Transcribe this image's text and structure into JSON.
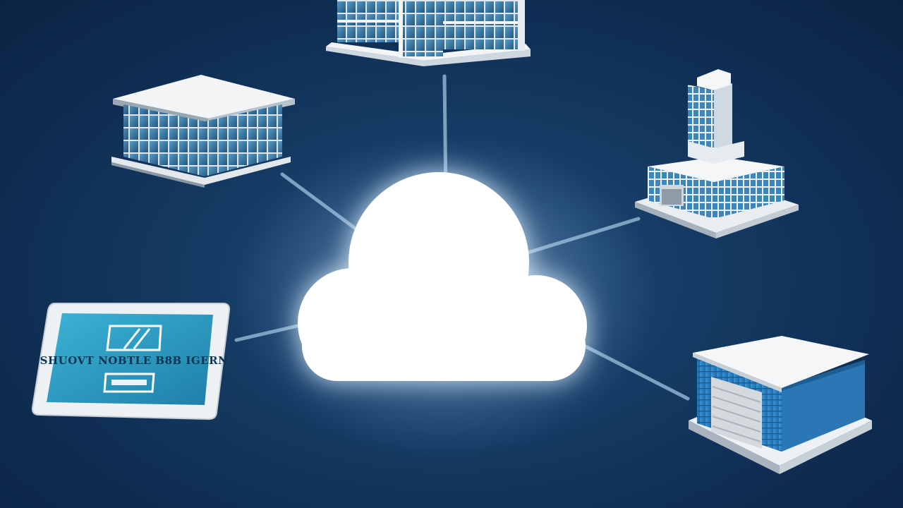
{
  "colors": {
    "background": "#123a63",
    "cloud": "#ffffff",
    "connector": "#8fb3cf",
    "glass": "#3c7fb0",
    "building_white": "#f2f4f6",
    "warehouse_blue": "#2f86c8",
    "tablet_screen": "#2a9dc4"
  },
  "hub": {
    "name": "cloud",
    "icon": "cloud-icon"
  },
  "nodes": [
    {
      "id": "office-tower",
      "icon": "office-building-icon"
    },
    {
      "id": "glass-office",
      "icon": "glass-building-icon"
    },
    {
      "id": "skyscraper",
      "icon": "skyscraper-icon"
    },
    {
      "id": "tablet",
      "icon": "tablet-icon",
      "screen_text": "SHUOVT NOBTLE B8B IGERN"
    },
    {
      "id": "warehouse",
      "icon": "warehouse-icon"
    }
  ]
}
